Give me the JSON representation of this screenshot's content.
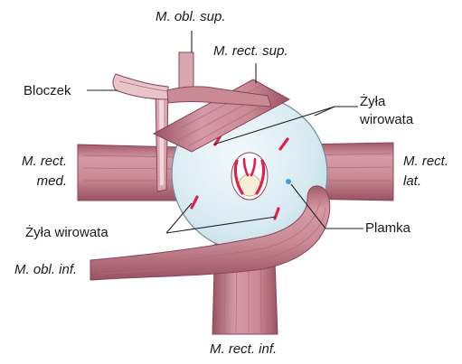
{
  "labels": {
    "obl_sup": "M. obl. sup.",
    "rect_sup": "M. rect. sup.",
    "bloczek": "Bloczek",
    "zyla_top_1": "Żyła",
    "zyla_top_2": "wirowata",
    "rect_med_1": "M. rect.",
    "rect_med_2": "med.",
    "rect_lat_1": "M. rect.",
    "rect_lat_2": "lat.",
    "zyla_bottom": "Żyła wirowata",
    "plamka": "Plamka",
    "obl_inf": "M. obl. inf.",
    "rect_inf": "M. rect. inf."
  },
  "colors": {
    "muscle": "#c98a96",
    "muscle_dark": "#a35a6b",
    "muscle_light": "#e4b9c1",
    "globe": "#dcedf3",
    "globe_edge": "#7a9aa8",
    "vein": "#e0204a",
    "macula": "#3a9fd8",
    "line": "#222222"
  }
}
